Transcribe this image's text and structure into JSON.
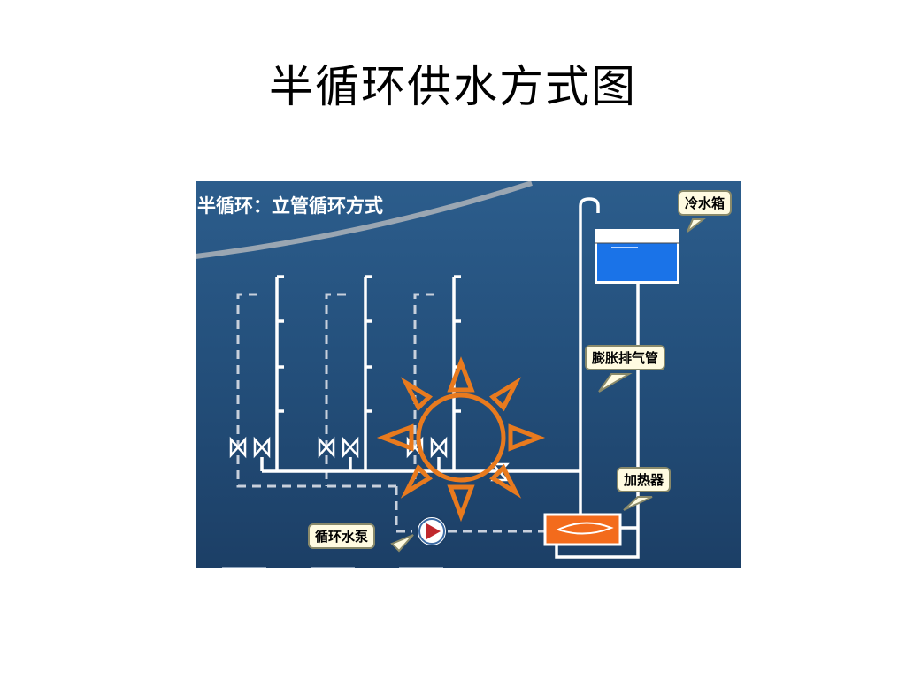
{
  "title": "半循环供水方式图",
  "diagram": {
    "subtitle": "半循环：立管循环方式",
    "labels": {
      "cold_water_tank": "冷水箱",
      "expansion_pipe": "膨胀排气管",
      "heater": "加热器",
      "circulation_pump": "循环水泵"
    },
    "colors": {
      "background_top": "#2c5d8c",
      "background_bottom": "#1c3f66",
      "pipe": "#ffffff",
      "return_pipe_dashed": "#c8d0dc",
      "water": "#1a73e8",
      "sun": "#e87a1e",
      "heater": "#f36b1c",
      "pump": "#c0282d",
      "callout_fill": "#fffbe1"
    }
  }
}
